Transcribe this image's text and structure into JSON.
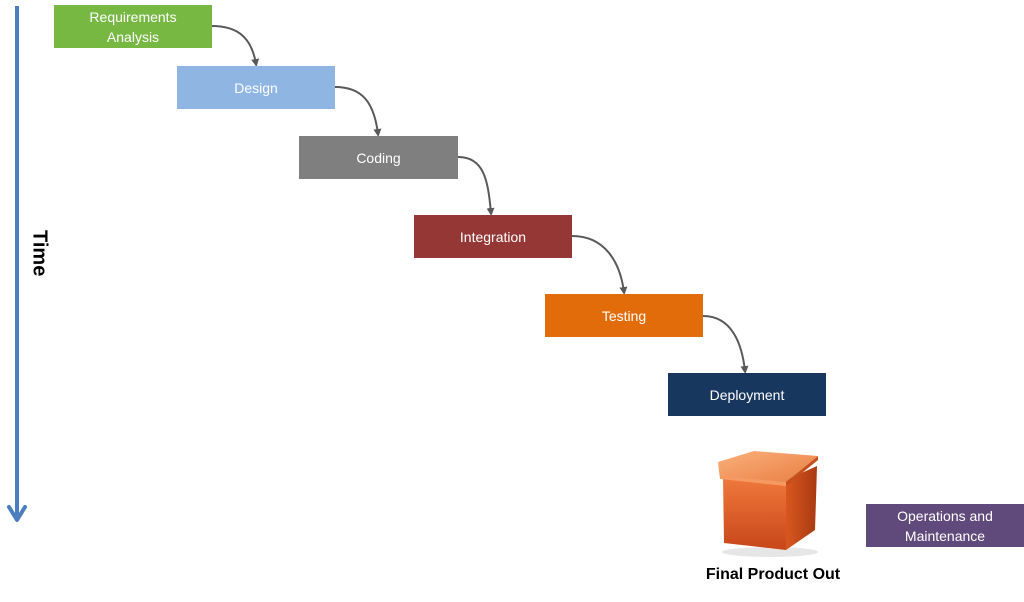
{
  "time_axis": {
    "label": "Time",
    "color": "#4a7ebf"
  },
  "stages": [
    {
      "label": "Requirements\nAnalysis",
      "color": "#77b843"
    },
    {
      "label": "Design",
      "color": "#8fb5e3"
    },
    {
      "label": "Coding",
      "color": "#7f7f7f"
    },
    {
      "label": "Integration",
      "color": "#953735"
    },
    {
      "label": "Testing",
      "color": "#e36c0a"
    },
    {
      "label": "Deployment",
      "color": "#17375e"
    }
  ],
  "operations": {
    "label": "Operations and\nMaintenance",
    "color": "#604a7b"
  },
  "final_product": {
    "label": "Final Product Out",
    "icon": "box-icon"
  },
  "arrow_color": "#595959"
}
